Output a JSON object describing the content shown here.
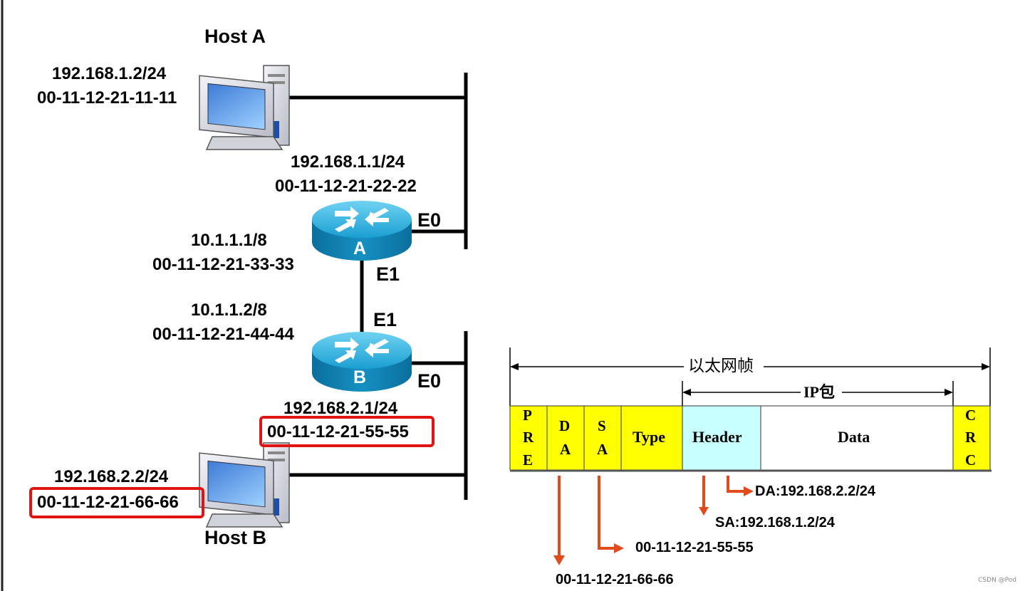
{
  "host_a": {
    "name": "Host A",
    "ip": "192.168.1.2/24",
    "mac": "00-11-12-21-11-11"
  },
  "router_a": {
    "letter": "A",
    "e0_ip": "192.168.1.1/24",
    "e0_mac": "00-11-12-21-22-22",
    "e0_label": "E0",
    "e1_ip": "10.1.1.1/8",
    "e1_mac": "00-11-12-21-33-33",
    "e1_label": "E1"
  },
  "router_b": {
    "letter": "B",
    "e1_ip": "10.1.1.2/8",
    "e1_mac": "00-11-12-21-44-44",
    "e1_label": "E1",
    "e0_ip": "192.168.2.1/24",
    "e0_mac": "00-11-12-21-55-55",
    "e0_label": "E0"
  },
  "host_b": {
    "name": "Host B",
    "ip": "192.168.2.2/24",
    "mac": "00-11-12-21-66-66"
  },
  "frame": {
    "ethernet_label": "以太网帧",
    "ip_label": "IP包",
    "fields": {
      "pre": [
        "P",
        "R",
        "E"
      ],
      "da": [
        "D",
        "A"
      ],
      "sa": [
        "S",
        "A"
      ],
      "type": "Type",
      "header": "Header",
      "data": "Data",
      "crc": [
        "C",
        "R",
        "C"
      ]
    },
    "annotations": {
      "ip_da": "DA:192.168.2.2/24",
      "ip_sa": "SA:192.168.1.2/24",
      "sa_mac": "00-11-12-21-55-55",
      "da_mac": "00-11-12-21-66-66"
    }
  },
  "watermark": "CSDN @Pod",
  "colors": {
    "field_yellow": "#ffff00",
    "header_cyan": "#c8ffff",
    "highlight_red": "#e11414",
    "arrow_red": "#e34a1b",
    "router_blue": "#1aa0d0"
  }
}
